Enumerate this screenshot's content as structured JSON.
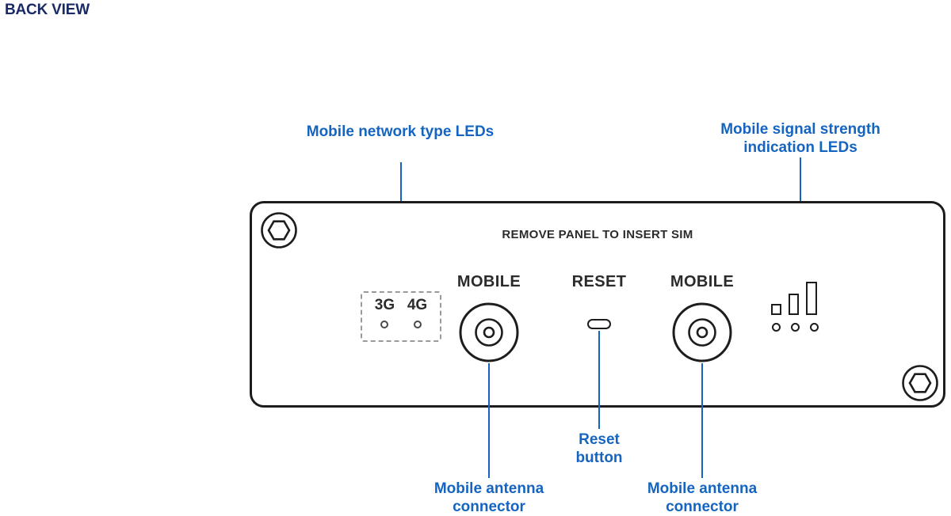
{
  "title": "BACK VIEW",
  "colors": {
    "callout": "#1565c0",
    "title": "#1a2a66",
    "ink": "#2b2b2b",
    "line": "#1d1d1d"
  },
  "callouts": {
    "network_leds": "Mobile network type LEDs",
    "signal_leds": "Mobile signal strength indication LEDs",
    "reset": "Reset button",
    "antenna_left": "Mobile antenna connector",
    "antenna_right": "Mobile antenna connector"
  },
  "panel": {
    "notice": "REMOVE PANEL TO INSERT SIM",
    "mobile_left": "MOBILE",
    "reset": "RESET",
    "mobile_right": "MOBILE",
    "led_3g": "3G",
    "led_4g": "4G"
  }
}
